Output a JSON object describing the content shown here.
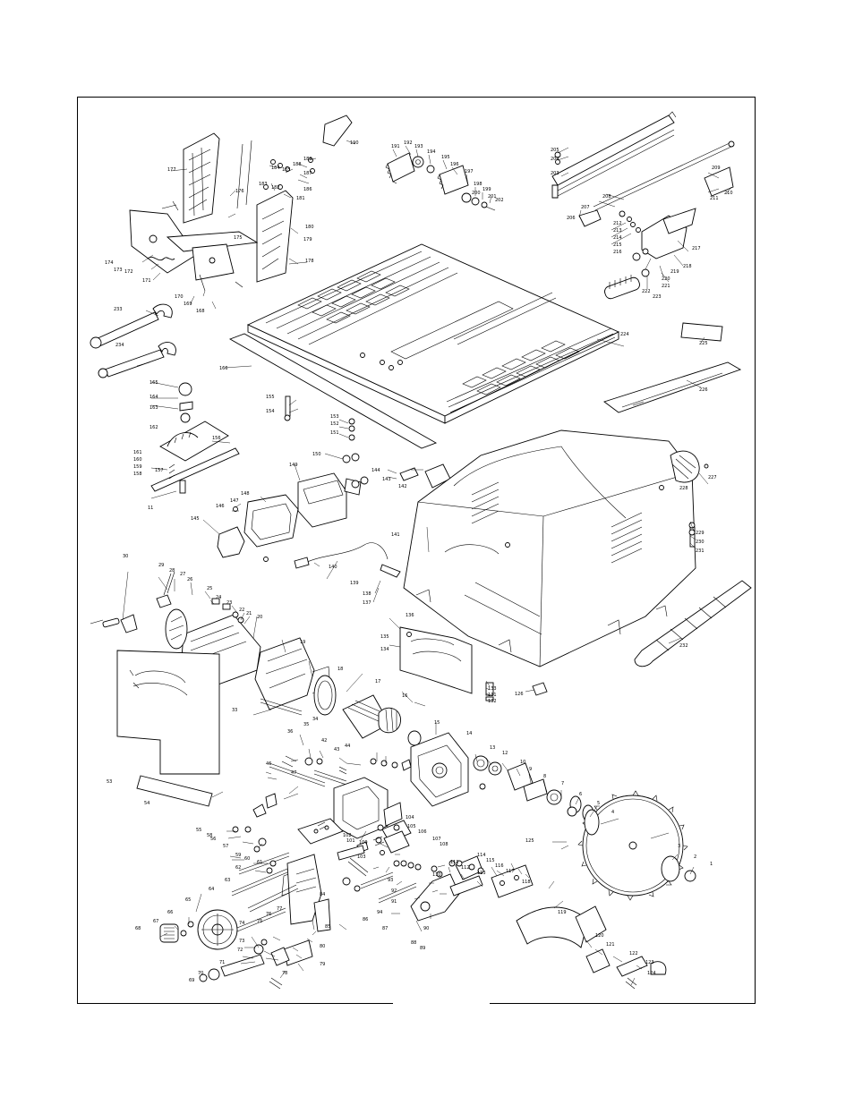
{
  "callouts": [
    {
      "id": "c190",
      "text": "190"
    },
    {
      "id": "c191",
      "text": "191"
    },
    {
      "id": "c192",
      "text": "192"
    },
    {
      "id": "c193",
      "text": "193"
    },
    {
      "id": "c194",
      "text": "194"
    },
    {
      "id": "c195",
      "text": "195"
    },
    {
      "id": "c196",
      "text": "196"
    },
    {
      "id": "c197",
      "text": "197"
    },
    {
      "id": "c198",
      "text": "198"
    },
    {
      "id": "c199",
      "text": "199"
    },
    {
      "id": "c200",
      "text": "200"
    },
    {
      "id": "c201",
      "text": "201"
    },
    {
      "id": "c202",
      "text": "202"
    },
    {
      "id": "c177",
      "text": "177"
    },
    {
      "id": "c176",
      "text": "176"
    },
    {
      "id": "c175",
      "text": "175"
    },
    {
      "id": "c174",
      "text": "174"
    },
    {
      "id": "c173",
      "text": "173"
    },
    {
      "id": "c172",
      "text": "172"
    },
    {
      "id": "c171",
      "text": "171"
    },
    {
      "id": "c170",
      "text": "170"
    },
    {
      "id": "c169",
      "text": "169"
    },
    {
      "id": "c168",
      "text": "168"
    },
    {
      "id": "c178",
      "text": "178"
    },
    {
      "id": "c179",
      "text": "179"
    },
    {
      "id": "c180",
      "text": "180"
    },
    {
      "id": "c181",
      "text": "181"
    },
    {
      "id": "c182",
      "text": "182"
    },
    {
      "id": "c183",
      "text": "183"
    },
    {
      "id": "c184",
      "text": "184"
    },
    {
      "id": "c185",
      "text": "185"
    },
    {
      "id": "c186",
      "text": "186"
    },
    {
      "id": "c187",
      "text": "187"
    },
    {
      "id": "c188",
      "text": "188"
    },
    {
      "id": "c189",
      "text": "189"
    },
    {
      "id": "c205",
      "text": "205"
    },
    {
      "id": "c204",
      "text": "204"
    },
    {
      "id": "c203",
      "text": "203"
    },
    {
      "id": "c206",
      "text": "206"
    },
    {
      "id": "c207",
      "text": "207"
    },
    {
      "id": "c208",
      "text": "208"
    },
    {
      "id": "c209",
      "text": "209"
    },
    {
      "id": "c210",
      "text": "210"
    },
    {
      "id": "c211",
      "text": "211"
    },
    {
      "id": "c212",
      "text": "212"
    },
    {
      "id": "c213",
      "text": "213"
    },
    {
      "id": "c214",
      "text": "214"
    },
    {
      "id": "c215",
      "text": "215"
    },
    {
      "id": "c216",
      "text": "216"
    },
    {
      "id": "c217",
      "text": "217"
    },
    {
      "id": "c218",
      "text": "218"
    },
    {
      "id": "c219",
      "text": "219"
    },
    {
      "id": "c220",
      "text": "220"
    },
    {
      "id": "c221",
      "text": "221"
    },
    {
      "id": "c222",
      "text": "222"
    },
    {
      "id": "c223",
      "text": "223"
    },
    {
      "id": "c224",
      "text": "224"
    },
    {
      "id": "c225",
      "text": "225"
    },
    {
      "id": "c226",
      "text": "226"
    },
    {
      "id": "c227",
      "text": "227"
    },
    {
      "id": "c228",
      "text": "228"
    },
    {
      "id": "c229",
      "text": "229"
    },
    {
      "id": "c230",
      "text": "230"
    },
    {
      "id": "c231",
      "text": "231"
    },
    {
      "id": "c232",
      "text": "232"
    },
    {
      "id": "c233",
      "text": "233"
    },
    {
      "id": "c234",
      "text": "234"
    },
    {
      "id": "c166",
      "text": "166"
    },
    {
      "id": "c165",
      "text": "165"
    },
    {
      "id": "c164",
      "text": "164"
    },
    {
      "id": "c163",
      "text": "163"
    },
    {
      "id": "c162",
      "text": "162"
    },
    {
      "id": "c156",
      "text": "156"
    },
    {
      "id": "c157",
      "text": "157"
    },
    {
      "id": "c158",
      "text": "158"
    },
    {
      "id": "c159",
      "text": "159"
    },
    {
      "id": "c160",
      "text": "160"
    },
    {
      "id": "c161",
      "text": "161"
    },
    {
      "id": "c155",
      "text": "155"
    },
    {
      "id": "c154",
      "text": "154"
    },
    {
      "id": "c153",
      "text": "153"
    },
    {
      "id": "c152",
      "text": "152"
    },
    {
      "id": "c151",
      "text": "151"
    },
    {
      "id": "c150",
      "text": "150"
    },
    {
      "id": "c149",
      "text": "149"
    },
    {
      "id": "c148",
      "text": "148"
    },
    {
      "id": "c147",
      "text": "147"
    },
    {
      "id": "c146",
      "text": "146"
    },
    {
      "id": "c145",
      "text": "145"
    },
    {
      "id": "c144",
      "text": "144"
    },
    {
      "id": "c143",
      "text": "143"
    },
    {
      "id": "c142",
      "text": "142"
    },
    {
      "id": "c141",
      "text": "141"
    },
    {
      "id": "c140",
      "text": "140"
    },
    {
      "id": "c139",
      "text": "139"
    },
    {
      "id": "c138",
      "text": "138"
    },
    {
      "id": "c137",
      "text": "137"
    },
    {
      "id": "c136",
      "text": "136"
    },
    {
      "id": "c135",
      "text": "135"
    },
    {
      "id": "c134",
      "text": "134"
    },
    {
      "id": "c133",
      "text": "133"
    },
    {
      "id": "c132",
      "text": "132"
    },
    {
      "id": "c131",
      "text": "131"
    },
    {
      "id": "c126",
      "text": "126"
    },
    {
      "id": "c125",
      "text": "125"
    },
    {
      "id": "c11",
      "text": "11"
    },
    {
      "id": "c30",
      "text": "30"
    },
    {
      "id": "c29",
      "text": "29"
    },
    {
      "id": "c28",
      "text": "28"
    },
    {
      "id": "c27",
      "text": "27"
    },
    {
      "id": "c26",
      "text": "26"
    },
    {
      "id": "c25",
      "text": "25"
    },
    {
      "id": "c24",
      "text": "24"
    },
    {
      "id": "c23",
      "text": "23"
    },
    {
      "id": "c22",
      "text": "22"
    },
    {
      "id": "c21",
      "text": "21"
    },
    {
      "id": "c20",
      "text": "20"
    },
    {
      "id": "c19",
      "text": "19"
    },
    {
      "id": "c18",
      "text": "18"
    },
    {
      "id": "c17",
      "text": "17"
    },
    {
      "id": "c16",
      "text": "16"
    },
    {
      "id": "c15",
      "text": "15"
    },
    {
      "id": "c14",
      "text": "14"
    },
    {
      "id": "c13",
      "text": "13"
    },
    {
      "id": "c12",
      "text": "12"
    },
    {
      "id": "c10",
      "text": "10"
    },
    {
      "id": "c9",
      "text": "9"
    },
    {
      "id": "c8",
      "text": "8"
    },
    {
      "id": "c7",
      "text": "7"
    },
    {
      "id": "c6",
      "text": "6"
    },
    {
      "id": "c5",
      "text": "5"
    },
    {
      "id": "c4",
      "text": "4"
    },
    {
      "id": "c3",
      "text": "3"
    },
    {
      "id": "c2",
      "text": "2"
    },
    {
      "id": "c1",
      "text": "1"
    },
    {
      "id": "c33",
      "text": "33"
    },
    {
      "id": "c34",
      "text": "34"
    },
    {
      "id": "c35",
      "text": "35"
    },
    {
      "id": "c36",
      "text": "36"
    },
    {
      "id": "c42",
      "text": "42"
    },
    {
      "id": "c43",
      "text": "43"
    },
    {
      "id": "c44",
      "text": "44"
    },
    {
      "id": "c46",
      "text": "46"
    },
    {
      "id": "c47",
      "text": "47"
    },
    {
      "id": "c53",
      "text": "53"
    },
    {
      "id": "c54",
      "text": "54"
    },
    {
      "id": "c55",
      "text": "55"
    },
    {
      "id": "c56",
      "text": "56"
    },
    {
      "id": "c57",
      "text": "57"
    },
    {
      "id": "c58",
      "text": "58"
    },
    {
      "id": "c59",
      "text": "59"
    },
    {
      "id": "c60",
      "text": "60"
    },
    {
      "id": "c61",
      "text": "61"
    },
    {
      "id": "c62",
      "text": "62"
    },
    {
      "id": "c63",
      "text": "63"
    },
    {
      "id": "c64",
      "text": "64"
    },
    {
      "id": "c65",
      "text": "65"
    },
    {
      "id": "c66",
      "text": "66"
    },
    {
      "id": "c67",
      "text": "67"
    },
    {
      "id": "c68",
      "text": "68"
    },
    {
      "id": "c69",
      "text": "69"
    },
    {
      "id": "c70",
      "text": "70"
    },
    {
      "id": "c71",
      "text": "71"
    },
    {
      "id": "c72",
      "text": "72"
    },
    {
      "id": "c73",
      "text": "73"
    },
    {
      "id": "c74",
      "text": "74"
    },
    {
      "id": "c75",
      "text": "75"
    },
    {
      "id": "c76",
      "text": "76"
    },
    {
      "id": "c77",
      "text": "77"
    },
    {
      "id": "c78",
      "text": "78"
    },
    {
      "id": "c79",
      "text": "79"
    },
    {
      "id": "c80",
      "text": "80"
    },
    {
      "id": "c84",
      "text": "84"
    },
    {
      "id": "c85",
      "text": "85"
    },
    {
      "id": "c86",
      "text": "86"
    },
    {
      "id": "c87",
      "text": "87"
    },
    {
      "id": "c88",
      "text": "88"
    },
    {
      "id": "c89",
      "text": "89"
    },
    {
      "id": "c90",
      "text": "90"
    },
    {
      "id": "c91",
      "text": "91"
    },
    {
      "id": "c92",
      "text": "92"
    },
    {
      "id": "c93",
      "text": "93"
    },
    {
      "id": "c94",
      "text": "94"
    },
    {
      "id": "c100",
      "text": "100"
    },
    {
      "id": "c101",
      "text": "101"
    },
    {
      "id": "c102",
      "text": "102"
    },
    {
      "id": "c103",
      "text": "103"
    },
    {
      "id": "c104",
      "text": "104"
    },
    {
      "id": "c105",
      "text": "105"
    },
    {
      "id": "c106",
      "text": "106"
    },
    {
      "id": "c107",
      "text": "107"
    },
    {
      "id": "c108",
      "text": "108"
    },
    {
      "id": "c110",
      "text": "110"
    },
    {
      "id": "c111",
      "text": "111"
    },
    {
      "id": "c112",
      "text": "112"
    },
    {
      "id": "c113",
      "text": "113"
    },
    {
      "id": "c114",
      "text": "114"
    },
    {
      "id": "c115",
      "text": "115"
    },
    {
      "id": "c116",
      "text": "116"
    },
    {
      "id": "c117",
      "text": "117"
    },
    {
      "id": "c118",
      "text": "118"
    },
    {
      "id": "c119",
      "text": "119"
    },
    {
      "id": "c120",
      "text": "120"
    },
    {
      "id": "c121",
      "text": "121"
    },
    {
      "id": "c122",
      "text": "122"
    },
    {
      "id": "c123",
      "text": "123"
    },
    {
      "id": "c124",
      "text": "124"
    }
  ]
}
